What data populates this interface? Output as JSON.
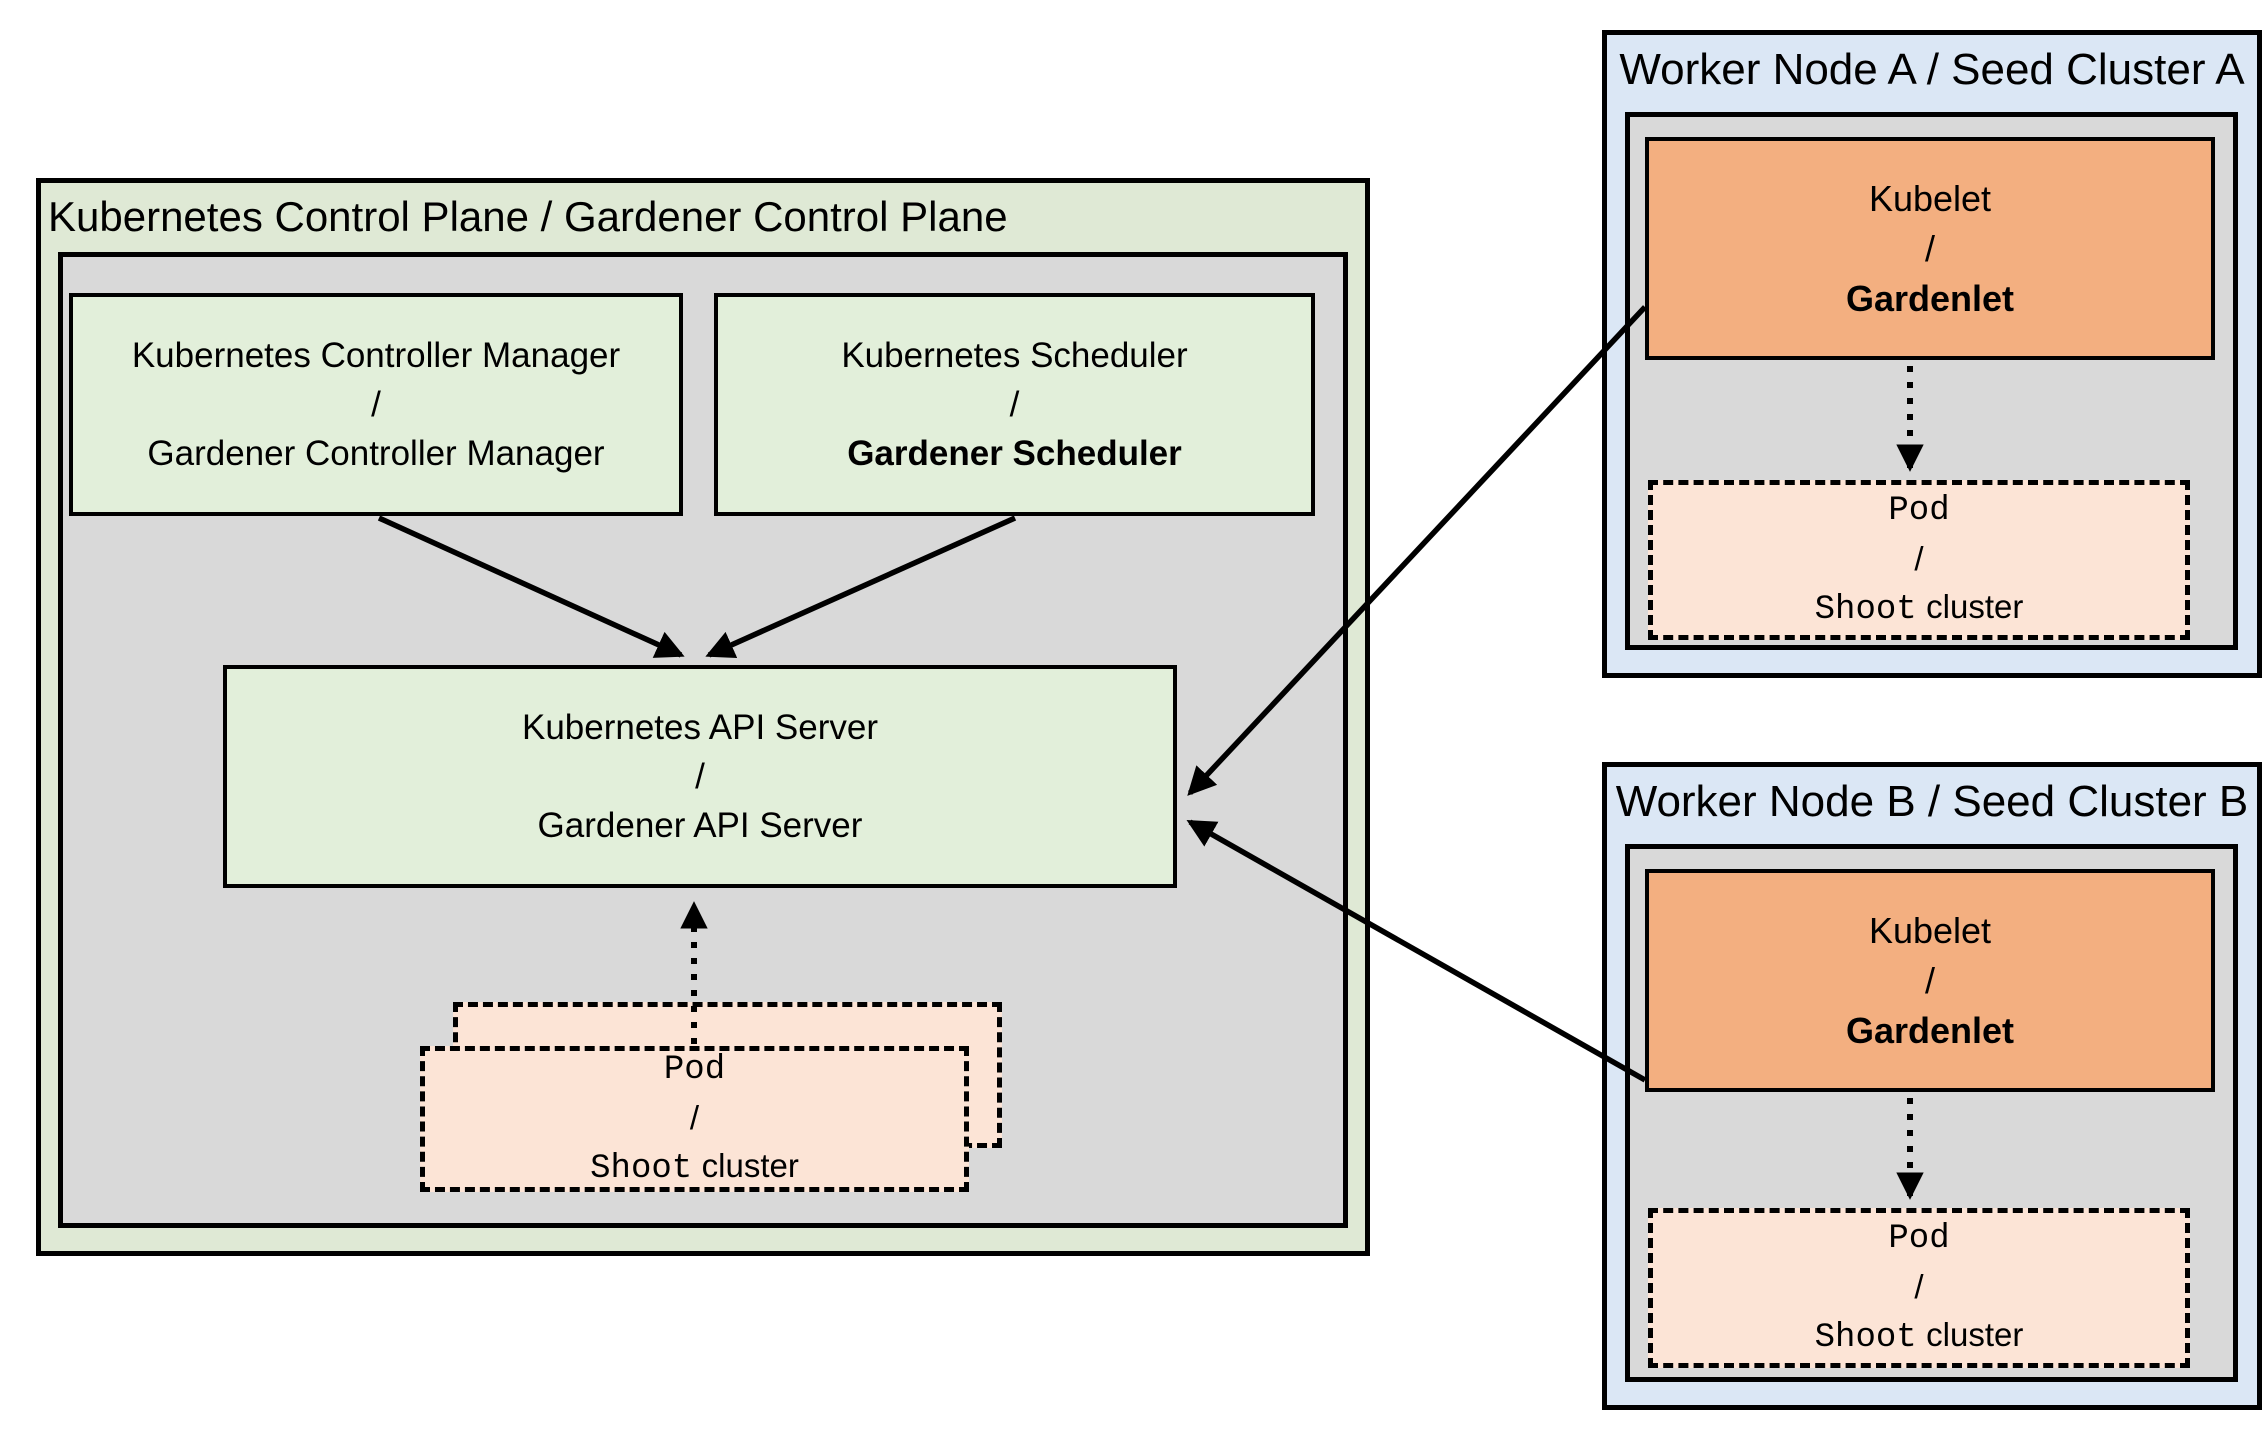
{
  "colors": {
    "panel_green": "#dfe9d5",
    "node_green": "#e2efda",
    "inner_gray": "#d9d9d9",
    "panel_blue": "#dbe7f5",
    "node_orange": "#f3af80",
    "node_peach": "#fce4d6",
    "border": "#000000"
  },
  "panels": {
    "control_plane": {
      "title": "Kubernetes Control Plane / Gardener Control Plane",
      "kcm": {
        "line1": "Kubernetes Controller Manager",
        "line2": "/",
        "line3": "Gardener Controller Manager"
      },
      "scheduler": {
        "line1": "Kubernetes Scheduler",
        "line2": "/",
        "line3": "Gardener Scheduler"
      },
      "api_server": {
        "line1": "Kubernetes API Server",
        "line2": "/",
        "line3": "Gardener API Server"
      },
      "pod": {
        "line1": "Pod",
        "line2": "/",
        "line3_mono": "Shoot",
        "line3_sans": "cluster"
      }
    },
    "worker_a": {
      "title": "Worker Node A / Seed Cluster A",
      "kubelet": {
        "line1": "Kubelet",
        "line2": "/",
        "line3": "Gardenlet"
      },
      "pod": {
        "line1": "Pod",
        "line2": "/",
        "line3_mono": "Shoot",
        "line3_sans": "cluster"
      }
    },
    "worker_b": {
      "title": "Worker Node B / Seed Cluster B",
      "kubelet": {
        "line1": "Kubelet",
        "line2": "/",
        "line3": "Gardenlet"
      },
      "pod": {
        "line1": "Pod",
        "line2": "/",
        "line3_mono": "Shoot",
        "line3_sans": "cluster"
      }
    }
  }
}
